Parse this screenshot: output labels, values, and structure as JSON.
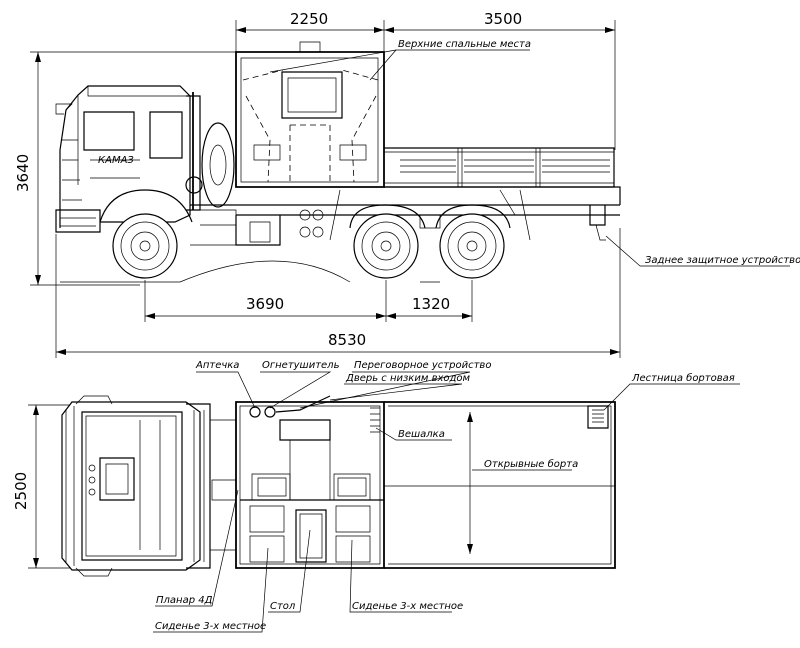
{
  "dimensions": {
    "top_left": "2250",
    "top_right": "3500",
    "height_side": "3640",
    "wheelbase": "3690",
    "rear_axles": "1320",
    "overall_length": "8530",
    "width_plan": "2500"
  },
  "labels": {
    "upper_beds": "Верхние спальные места",
    "rear_guard": "Заднее защитное устройство",
    "first_aid": "Аптечка",
    "extinguisher": "Огнетушитель",
    "intercom": "Переговорное устройство",
    "low_door": "Дверь с низким входом",
    "side_ladder": "Лестница бортовая",
    "hanger": "Вешалка",
    "open_sides": "Открывные борта",
    "planar": "Планар 4Д",
    "table": "Стол",
    "seat_right": "Сиденье 3-х местное",
    "seat_left": "Сиденье 3-х местное"
  }
}
